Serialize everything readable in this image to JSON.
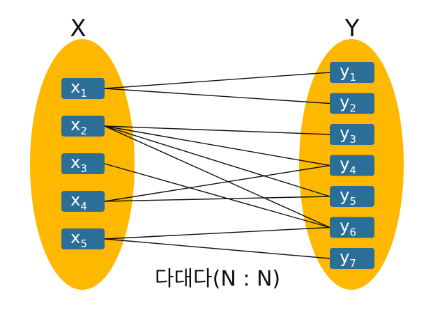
{
  "sets": {
    "left_label": "X",
    "right_label": "Y"
  },
  "left_nodes": [
    {
      "base": "x",
      "sub": "1"
    },
    {
      "base": "x",
      "sub": "2"
    },
    {
      "base": "x",
      "sub": "3"
    },
    {
      "base": "x",
      "sub": "4"
    },
    {
      "base": "x",
      "sub": "5"
    }
  ],
  "right_nodes": [
    {
      "base": "y",
      "sub": "1"
    },
    {
      "base": "y",
      "sub": "2"
    },
    {
      "base": "y",
      "sub": "3"
    },
    {
      "base": "y",
      "sub": "4"
    },
    {
      "base": "y",
      "sub": "5"
    },
    {
      "base": "y",
      "sub": "6"
    },
    {
      "base": "y",
      "sub": "7"
    }
  ],
  "edges": [
    [
      "x1",
      "y1"
    ],
    [
      "x1",
      "y2"
    ],
    [
      "x2",
      "y3"
    ],
    [
      "x2",
      "y4"
    ],
    [
      "x2",
      "y5"
    ],
    [
      "x2",
      "y6"
    ],
    [
      "x3",
      "y6"
    ],
    [
      "x4",
      "y4"
    ],
    [
      "x4",
      "y5"
    ],
    [
      "x5",
      "y6"
    ],
    [
      "x5",
      "y7"
    ]
  ],
  "caption": "다대다(N : N)",
  "colors": {
    "ellipse": "#FFB800",
    "node": "#2B6E97",
    "edge": "#111111"
  }
}
